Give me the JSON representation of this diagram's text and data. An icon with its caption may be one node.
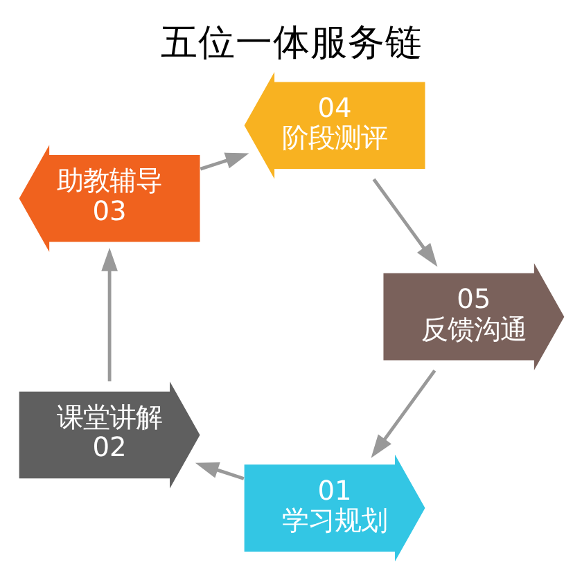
{
  "diagram": {
    "title": "五位一体服务链",
    "nodes": [
      {
        "text": [
          "01",
          "学习规划"
        ]
      },
      {
        "text": [
          "课堂讲解",
          "02"
        ]
      },
      {
        "text": [
          "助教辅导",
          "03"
        ]
      },
      {
        "text": [
          "04",
          "阶段测评"
        ]
      },
      {
        "text": [
          "05",
          "反馈沟通"
        ]
      }
    ],
    "edges": [
      {
        "from": 0,
        "to": 1,
        "arrow": "to"
      },
      {
        "from": 1,
        "to": 2,
        "arrow": "to"
      },
      {
        "from": 2,
        "to": 3,
        "arrow": "to"
      },
      {
        "from": 3,
        "to": 4,
        "arrow": "to"
      },
      {
        "from": 4,
        "to": 0,
        "arrow": "to"
      }
    ]
  }
}
